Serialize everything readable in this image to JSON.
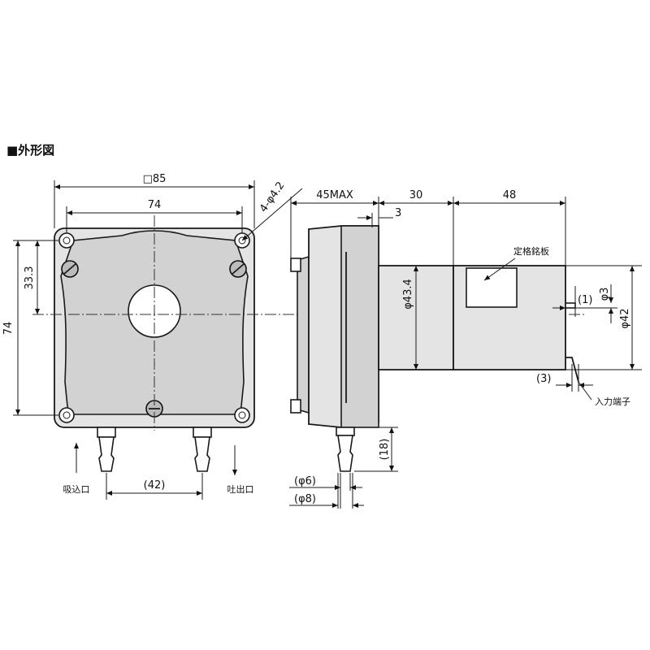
{
  "title": "■外形図",
  "front_view": {
    "dims": {
      "width_outer": "□85",
      "width_inner": "74",
      "height_outer": "74",
      "height_half": "33.3",
      "hole_spec": "4-φ4.2",
      "port_pitch": "(42)"
    },
    "labels": {
      "inlet": "吸込口",
      "outlet": "吐出口"
    }
  },
  "side_view": {
    "dims": {
      "head_depth": "45MAX",
      "mid": "30",
      "motor": "48",
      "gap": "3",
      "body_dia": "φ43.4",
      "shaft_offset": "(1)",
      "shaft_dia": "φ3",
      "motor_dia": "φ42",
      "terminal_len": "(3)",
      "tube_len": "(18)",
      "tube_inner": "(φ6)",
      "tube_outer": "(φ8)"
    },
    "labels": {
      "nameplate": "定格銘板",
      "terminal": "入力端子"
    }
  }
}
